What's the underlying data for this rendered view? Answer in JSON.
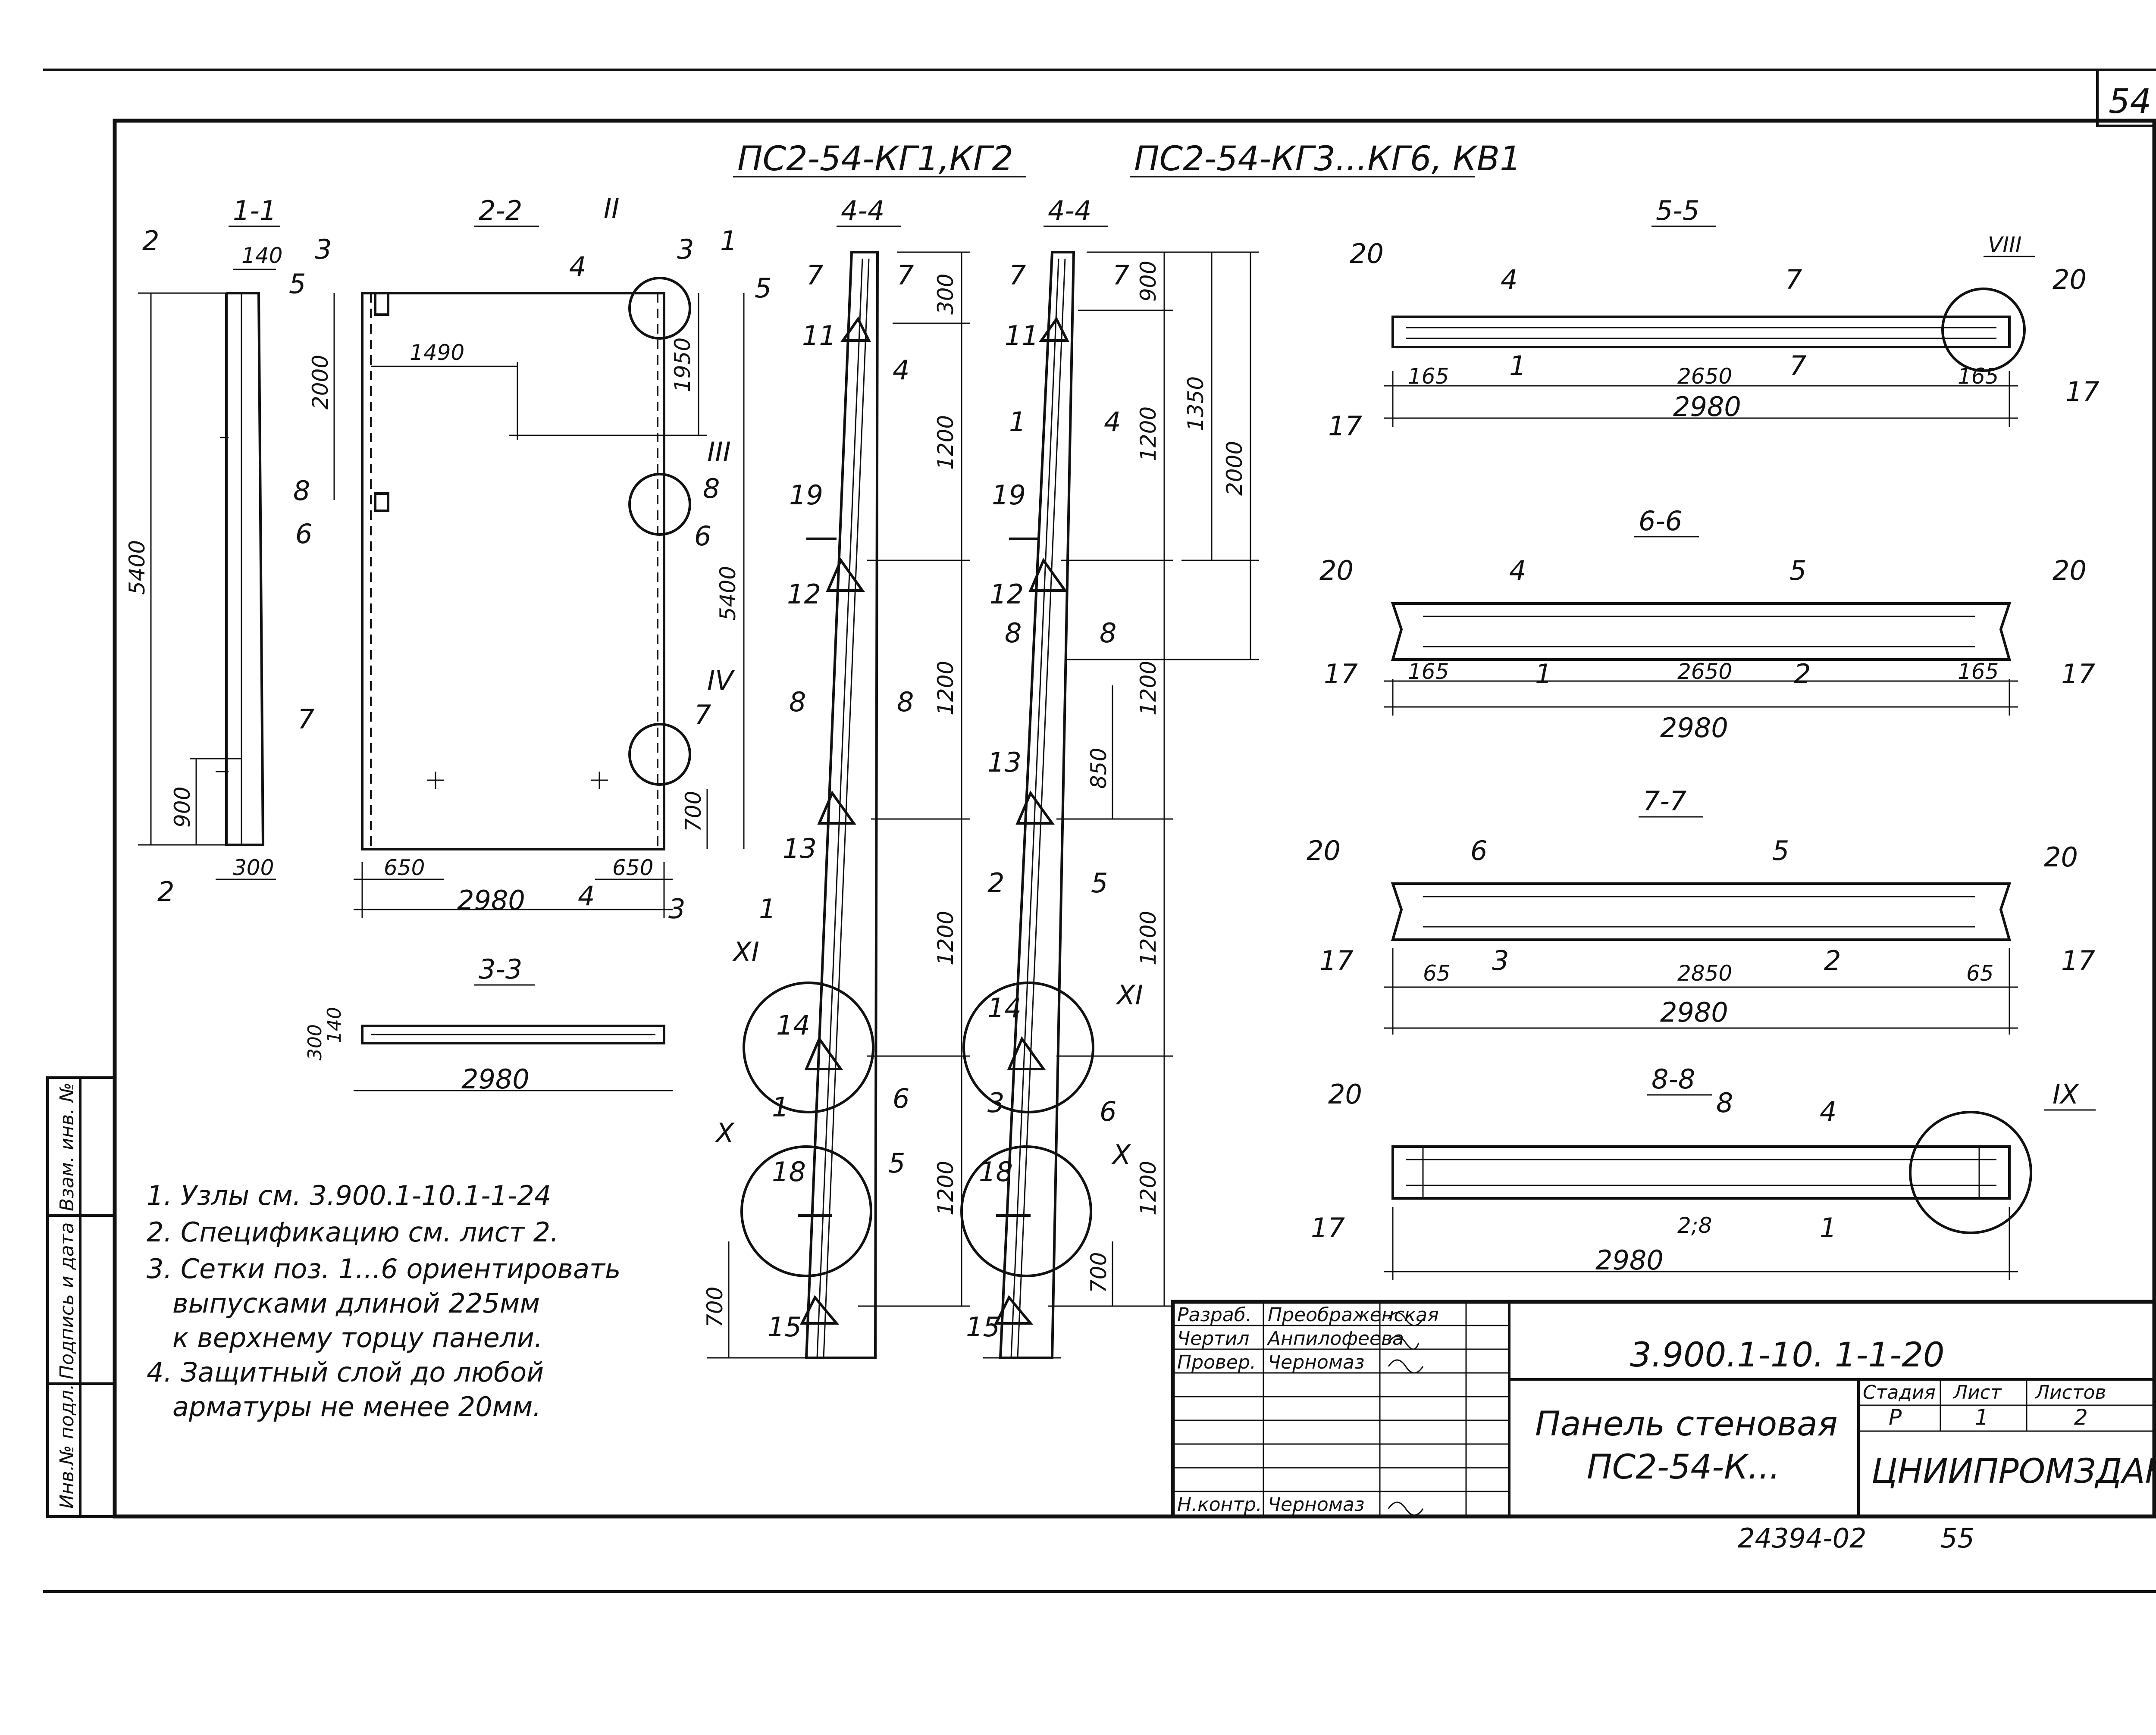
{
  "sheet_number": "54",
  "headers": {
    "left": "ПС2-54-КГ1,КГ2",
    "right": "ПС2-54-КГ3...КГ6, КВ1"
  },
  "sections": {
    "s1_1": "1-1",
    "s2_2": "2-2",
    "s3_3": "3-3",
    "s4_4a": "4-4",
    "s4_4b": "4-4",
    "s5_5": "5-5",
    "s6_6": "6-6",
    "s7_7": "7-7",
    "s8_8": "8-8"
  },
  "dimensions": {
    "d140": "140",
    "d5400a": "5400",
    "d900a": "900",
    "d300a": "300",
    "d2000a": "2000",
    "d1490": "1490",
    "d1950": "1950",
    "d5400b": "5400",
    "d700a": "700",
    "d650a": "650",
    "d650b": "650",
    "d2980a": "2980",
    "d300b": "300",
    "d140b": "140",
    "d2980b": "2980",
    "d300c": "300",
    "d1200a": "1200",
    "d1200b": "1200",
    "d1200c": "1200",
    "d1200d": "1200",
    "d700b": "700",
    "d900b": "900",
    "d1200e": "1200",
    "d1350": "1350",
    "d2000b": "2000",
    "d1200f": "1200",
    "d850": "850",
    "d1200g": "1200",
    "d1200h": "1200",
    "d700c": "700",
    "d165a": "165",
    "d2650a": "2650",
    "d165b": "165",
    "d2980c": "2980",
    "d165c": "165",
    "d2650b": "2650",
    "d165d": "165",
    "d2980d": "2980",
    "d65a": "65",
    "d2850": "2850",
    "d65b": "65",
    "d2980e": "2980",
    "d2980f": "2980",
    "d2_8": "2;8"
  },
  "callouts": [
    "1",
    "2",
    "3",
    "4",
    "5",
    "6",
    "7",
    "8",
    "11",
    "12",
    "13",
    "14",
    "15",
    "17",
    "18",
    "19",
    "20"
  ],
  "nodes": {
    "n2": "II",
    "n3": "III",
    "n4": "IV",
    "n10a": "X",
    "n10b": "X",
    "n11a": "XI",
    "n11b": "XI",
    "n8": "VIII",
    "n9": "IX"
  },
  "notes": [
    "1. Узлы см. 3.900.1-10.1-1-24",
    "2. Спецификацию    см. лист 2.",
    "3. Сетки поз. 1...6 ориентировать",
    "выпусками длиной 225мм",
    "к верхнему торцу панели.",
    "4. Защитный слой до любой",
    "арматуры не менее 20мм."
  ],
  "side_stamp": {
    "c1": "Инв.№ подл.",
    "c2": "Подпись и дата",
    "c3": "Взам. инв. №"
  },
  "title_block": {
    "roles": {
      "r1": "Разраб.",
      "r2": "Чертил",
      "r3": "Провер.",
      "r4": "Н.контр."
    },
    "names": {
      "n1": "Преображенская",
      "n2": "Анпилофеева",
      "n3": "Черномаз",
      "n4": "Черномаз"
    },
    "doc_code": "3.900.1-10. 1-1-20",
    "title_line1": "Панель стеновая",
    "title_line2": "ПС2-54-К...",
    "stage_label": "Стадия",
    "sheet_label": "Лист",
    "sheets_label": "Листов",
    "stage": "Р",
    "sheet": "1",
    "sheets": "2",
    "org": "ЦНИИПРОМЗДАНИЙ"
  },
  "footer": {
    "archive": "24394-02",
    "page": "55"
  }
}
